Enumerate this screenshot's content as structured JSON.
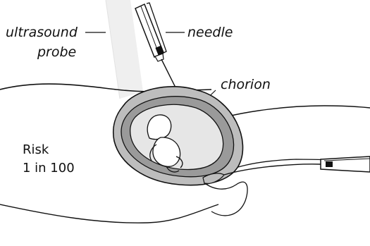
{
  "labels": {
    "ultrasound": "ultrasound",
    "probe": "probe",
    "needle": "needle",
    "chorion": "chorion",
    "risk": "Risk",
    "risk_value": "1 in 100"
  },
  "colors": {
    "ink": "#111111",
    "uterus_fill": "#bdbdbd",
    "amniotic_fill": "#e6e6e6",
    "placenta_fill": "#9a9a9a",
    "probe_fill": "#f0f0f0",
    "needle_tip": "#111111",
    "background": "#ffffff"
  }
}
